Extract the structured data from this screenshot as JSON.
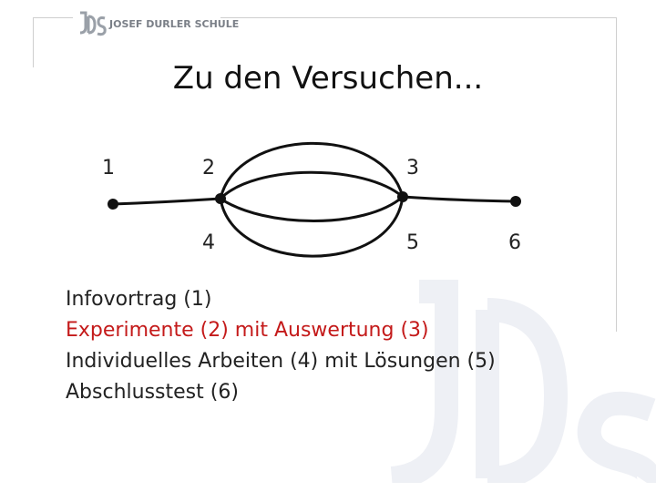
{
  "logo": {
    "mark": "JDS",
    "text": "JOSEF DURLER SCHULE"
  },
  "slide": {
    "title": "Zu den Versuchen..."
  },
  "diagram": {
    "labels": [
      "1",
      "2",
      "3",
      "4",
      "5",
      "6"
    ]
  },
  "items": [
    {
      "text": "Infovortrag (1)",
      "color": "#222222"
    },
    {
      "text": "Experimente (2) mit Auswertung (3)",
      "color": "#c41a1a"
    },
    {
      "text": "Individuelles Arbeiten (4) mit Lösungen (5)",
      "color": "#222222"
    },
    {
      "text": "Abschlusstest (6)",
      "color": "#222222"
    }
  ]
}
